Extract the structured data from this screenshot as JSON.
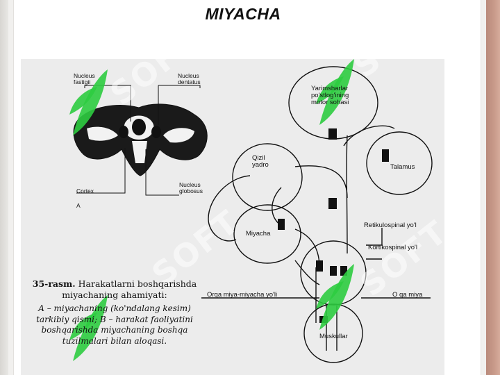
{
  "slide": {
    "title": "MIYACHA"
  },
  "watermark": {
    "text": "SOFT"
  },
  "panel_a": {
    "label": "A",
    "nucleus_fastigii": "Nucleus\nfastigii",
    "nucleus_dentatus": "Nucleus\ndentatus",
    "nucleus_globosus": "Nucleus\nglobosus",
    "cortex": "Cortex"
  },
  "caption": {
    "number": "35-rasm.",
    "text": "Harakatlarni boshqarishda miyachaning ahamiyati:",
    "detail": "A – miyachaning (ko'ndalang kesim) tarkibiy qismi; B – harakat faoliyatini boshqarishda miyachaning boshqa tuzilmalari bilan aloqasi."
  },
  "panel_b": {
    "motor_cortex": "Yarimsharlar\npo'stlog'ining\nmotor sohasi",
    "red_nucleus": "Qizil\nyadro",
    "thalamus": "Talamus",
    "cerebellum": "Miyacha",
    "reticulospinal": "Retikulospinal yo'l",
    "corticospinal": "Kortikospinal yo'l",
    "spinocerebellar": "Orqa miya-miyacha yo'li",
    "spinal_cord": "O qa miya",
    "muscles": "Muskullar"
  },
  "colors": {
    "frame_right": "#c99b8b",
    "watermark_green": "#2ecc40"
  }
}
